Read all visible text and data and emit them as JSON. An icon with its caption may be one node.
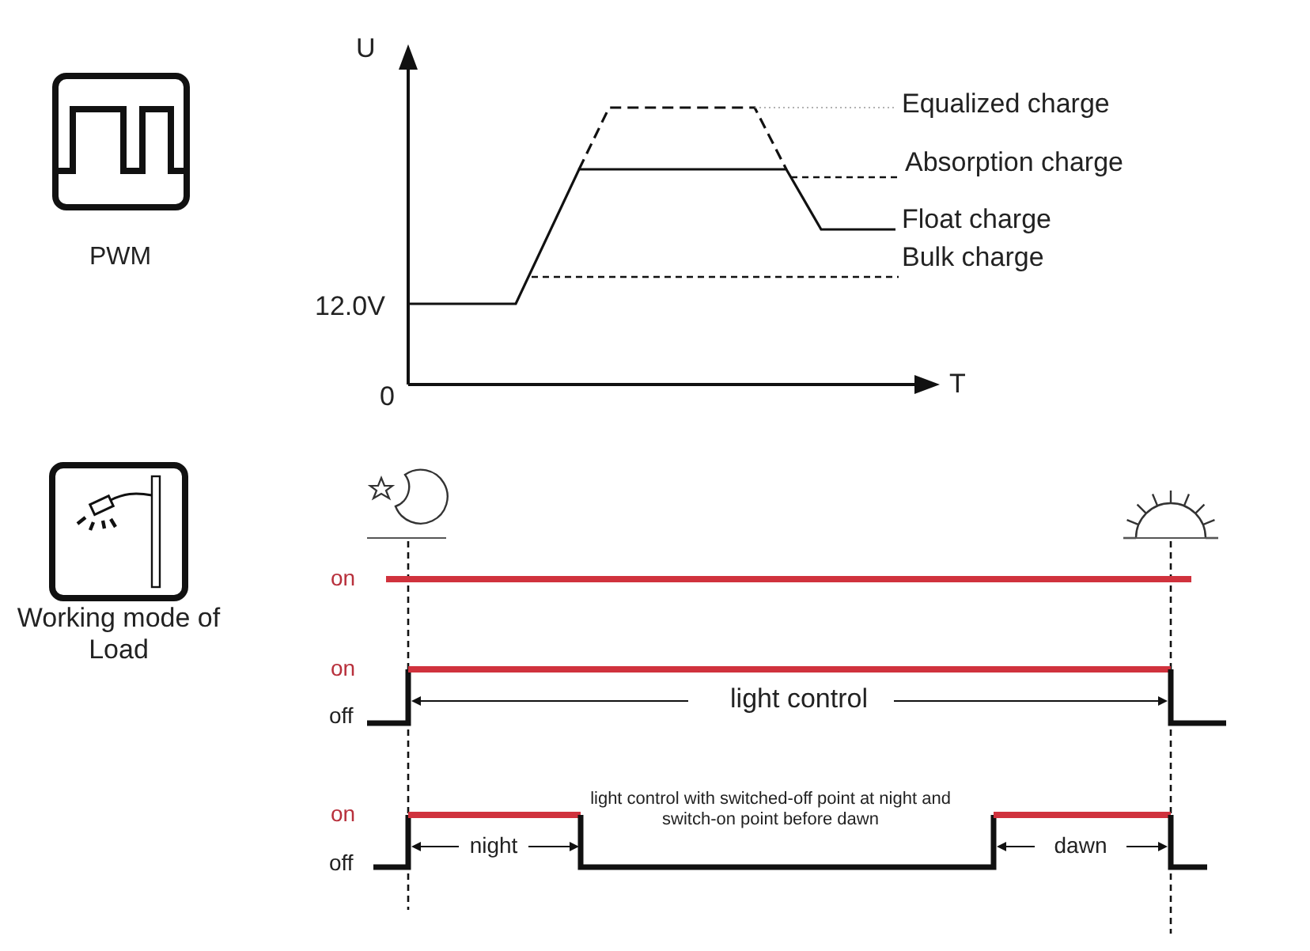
{
  "diagram": {
    "labels": [
      "U",
      "Equalized charge",
      "Absorption charge",
      "Float charge",
      "PWM",
      "Bulk charge",
      "12.0V",
      "0",
      "T",
      "on",
      "Working mode of Load",
      "on",
      "off",
      "light control",
      "light control with switched-off point at night and switch-on point before dawn",
      "on",
      "off",
      "night",
      "dawn"
    ]
  }
}
